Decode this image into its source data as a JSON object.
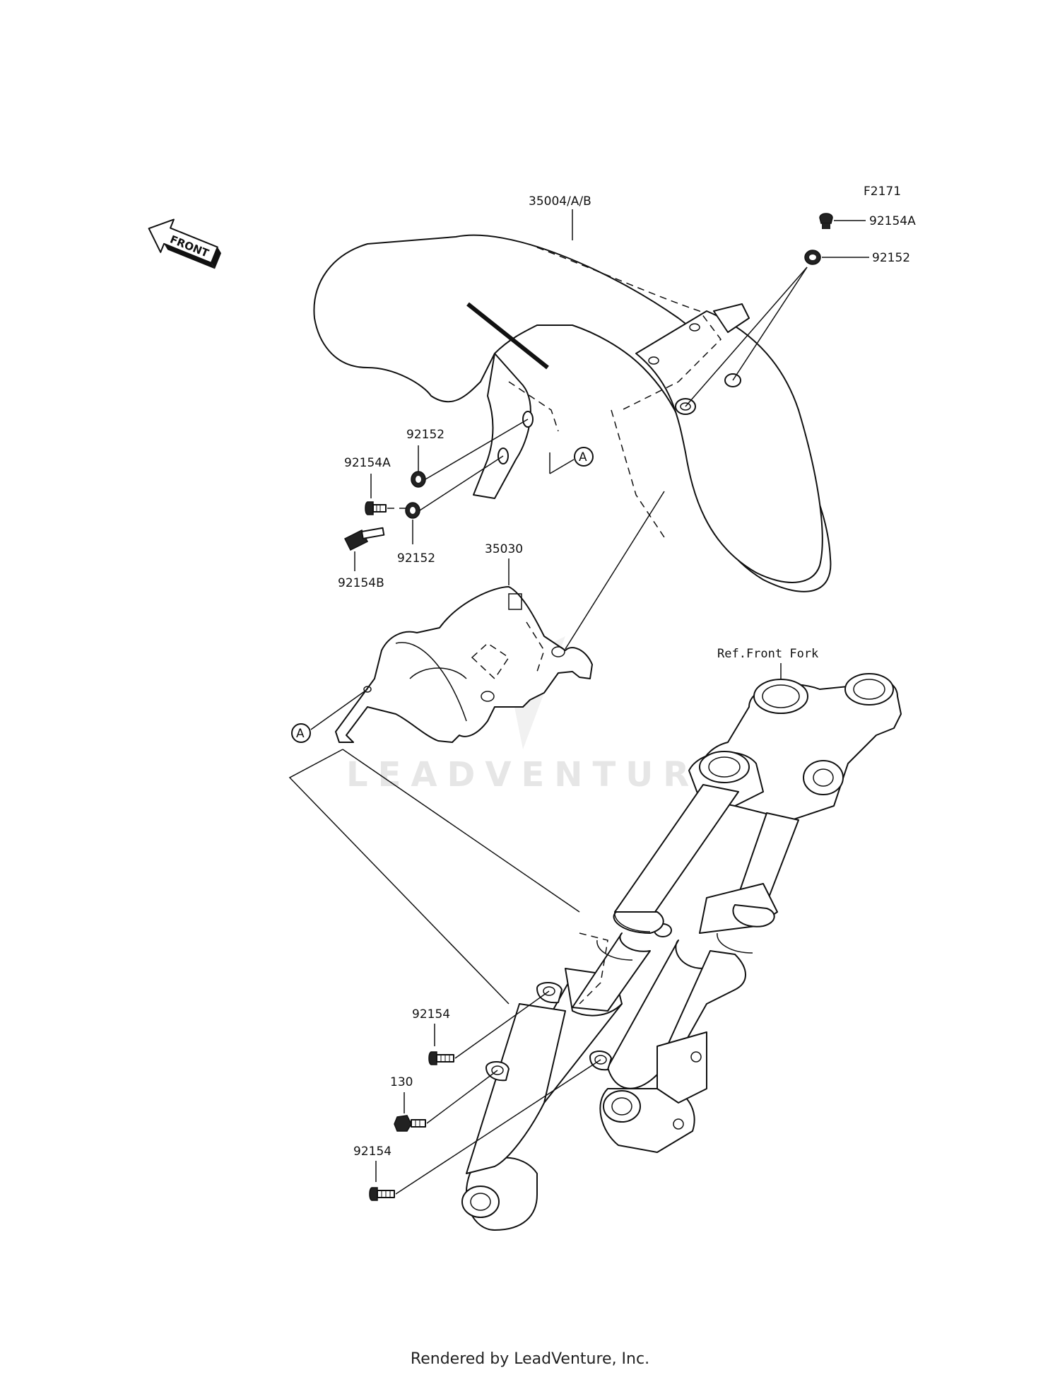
{
  "diagram_code": "F2171",
  "front_label": "FRONT",
  "watermark": "LEADVENTURE",
  "footer": "Rendered by LeadVenture, Inc.",
  "parts": {
    "fender": "35004/A/B",
    "inner_fender": "35030",
    "ref_fork": "Ref.Front Fork",
    "bolt_top_right": "92154A",
    "washer_top_right": "92152",
    "washer_left_upper": "92152",
    "bolt_left": "92154A",
    "washer_left_lower": "92152",
    "stud_left": "92154B",
    "bolt_fork_upper": "92154",
    "bolt_fork_mid": "130",
    "bolt_fork_lower": "92154"
  },
  "callouts": {
    "a_upper": "A",
    "a_lower": "A"
  }
}
